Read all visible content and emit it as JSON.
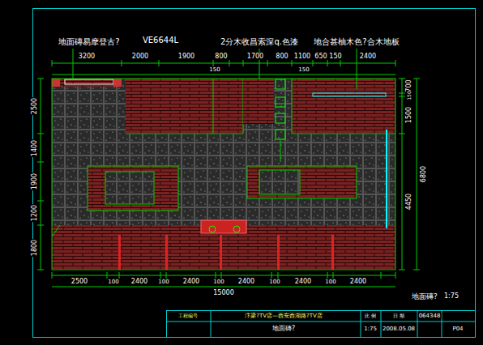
{
  "diagram": {
    "labels": [
      "地面磚易摩登古?",
      "VE6644L",
      "2分木收昌索深q.色漆",
      "地合甚柚木色?合木地板",
      "3200",
      "2000",
      "1900",
      "800",
      "1700",
      "800",
      "1100",
      "650",
      "150",
      "2400",
      "150",
      "150",
      "2500",
      "1400",
      "1900",
      "1200",
      "1800",
      "700",
      "150",
      "1500",
      "4450",
      "6800",
      "2500",
      "100",
      "2400",
      "100",
      "2400",
      "100",
      "2400",
      "100",
      "2400",
      "100",
      "2400",
      "15000",
      "地面磚?",
      "1:75",
      "工程编号",
      "汴梁?TV店—西安西湖路?TV店",
      "地面磚?",
      "比 例",
      "1:75",
      "日 期",
      "2008.05.08",
      "064348",
      "P04"
    ]
  }
}
